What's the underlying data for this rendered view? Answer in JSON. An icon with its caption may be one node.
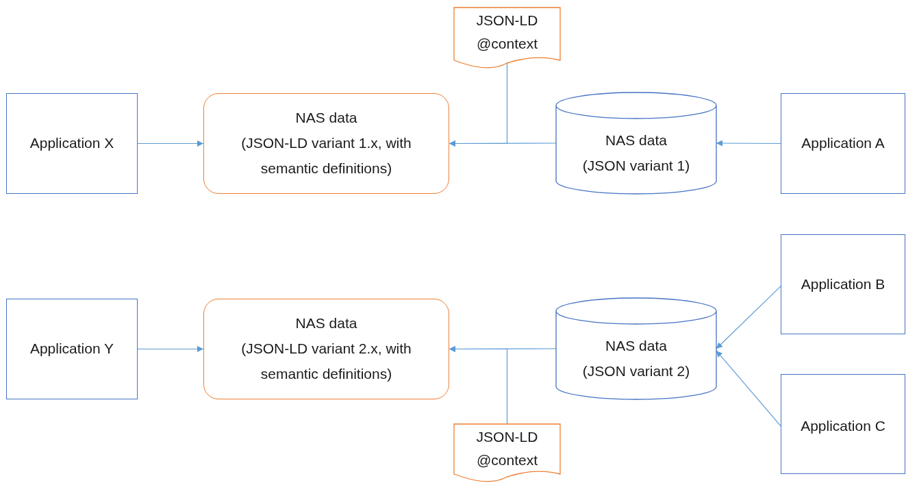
{
  "diagram": {
    "nodes": [
      {
        "text": [
          "JSON-LD @context"
        ]
      },
      {
        "text": [
          "Application X"
        ]
      },
      {
        "text": [
          "NAS data",
          "(JSON-LD variant 1.x, with semantic definitions)"
        ]
      },
      {
        "text": [
          "NAS data",
          "(JSON variant 1)"
        ]
      },
      {
        "text": [
          "Application A"
        ]
      },
      {
        "text": [
          "Application B"
        ]
      },
      {
        "text": [
          "Application Y"
        ]
      },
      {
        "text": [
          "NAS data",
          "(JSON-LD variant 2.x, with semantic definitions)"
        ]
      },
      {
        "text": [
          "NAS data",
          "(JSON variant 2)"
        ]
      },
      {
        "text": [
          "Application C"
        ]
      },
      {
        "text": [
          "JSON-LD @context"
        ]
      }
    ],
    "edges": [
      {
        "from": 1,
        "to": 2,
        "arrow": "to"
      },
      {
        "from": 3,
        "to": 2,
        "arrow": "to"
      },
      {
        "from": 0,
        "to": 2,
        "arrow": "to"
      },
      {
        "from": 4,
        "to": 3,
        "arrow": "to"
      },
      {
        "from": 6,
        "to": 7,
        "arrow": "to"
      },
      {
        "from": 8,
        "to": 7,
        "arrow": "to"
      },
      {
        "from": 10,
        "to": 7,
        "arrow": "to"
      },
      {
        "from": 5,
        "to": 8,
        "arrow": "to"
      },
      {
        "from": 9,
        "to": 8,
        "arrow": "to"
      }
    ]
  }
}
